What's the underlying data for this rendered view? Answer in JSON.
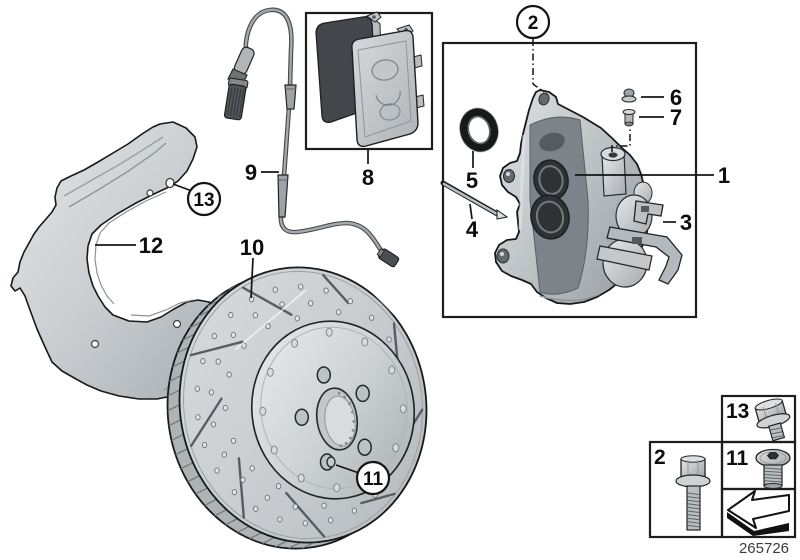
{
  "page": {
    "background": "#ffffff",
    "line_color": "#141414",
    "part_colors": {
      "part_light": "#cdd1d3",
      "part_mid": "#b0b5b8",
      "part_dark": "#7d8388",
      "pad_friction": "#43474b"
    }
  },
  "diagram": {
    "footer_number": "265726",
    "callouts": {
      "c1": "1",
      "c2": "2",
      "c3": "3",
      "c4": "4",
      "c5": "5",
      "c6": "6",
      "c7": "7",
      "c8": "8",
      "c9": "9",
      "c10": "10",
      "c11": "11",
      "c12": "12",
      "c13": "13"
    },
    "legend": {
      "cells": [
        {
          "label": "2",
          "icon": "caliper-bolt-icon"
        },
        {
          "label": "13",
          "icon": "hex-flange-bolt-icon"
        },
        {
          "label": "11",
          "icon": "countersunk-socket-screw-icon"
        },
        {
          "label": "",
          "icon": "direction-arrow-icon"
        }
      ]
    }
  }
}
